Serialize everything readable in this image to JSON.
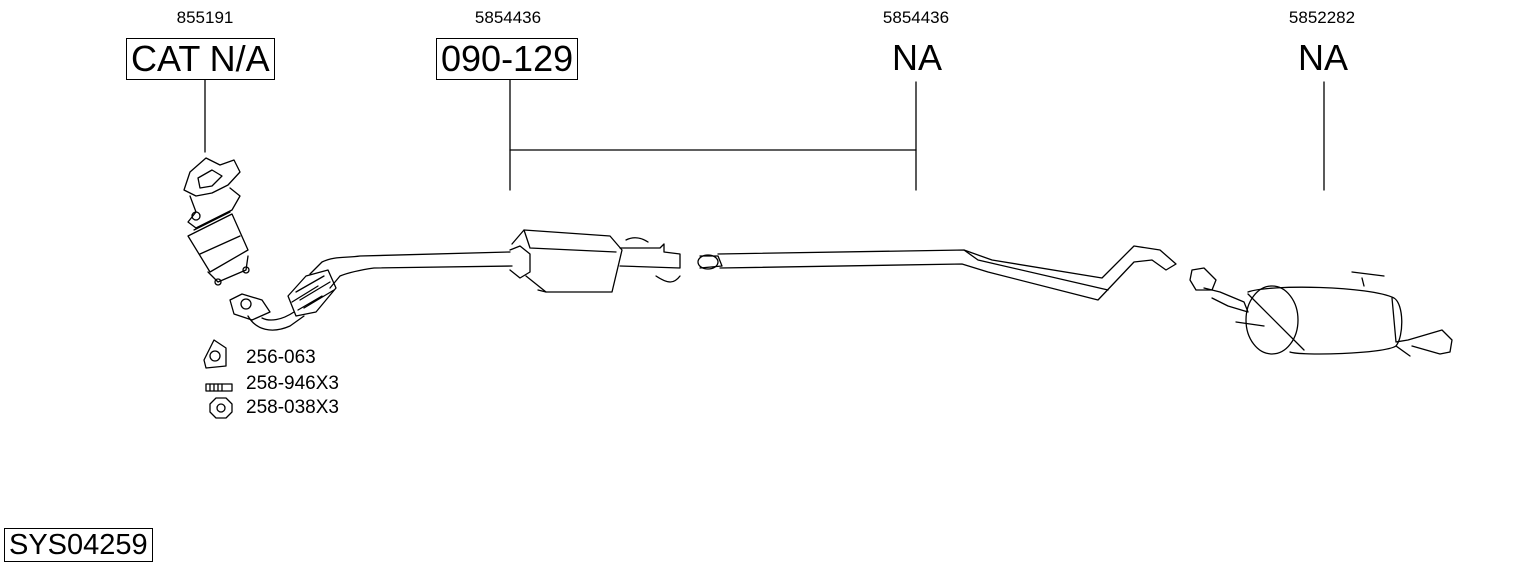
{
  "parts": [
    {
      "part_number": "855191",
      "reference": "CAT N/A",
      "boxed": true
    },
    {
      "part_number": "5854436",
      "reference": "090-129",
      "boxed": true
    },
    {
      "part_number": "5854436",
      "reference": "NA",
      "boxed": false
    },
    {
      "part_number": "5852282",
      "reference": "NA",
      "boxed": false
    }
  ],
  "legend": [
    {
      "icon": "gasket-icon",
      "label": "256-063"
    },
    {
      "icon": "bolt-icon",
      "label": "258-946X3"
    },
    {
      "icon": "nut-icon",
      "label": "258-038X3"
    }
  ],
  "system_id": "SYS04259"
}
